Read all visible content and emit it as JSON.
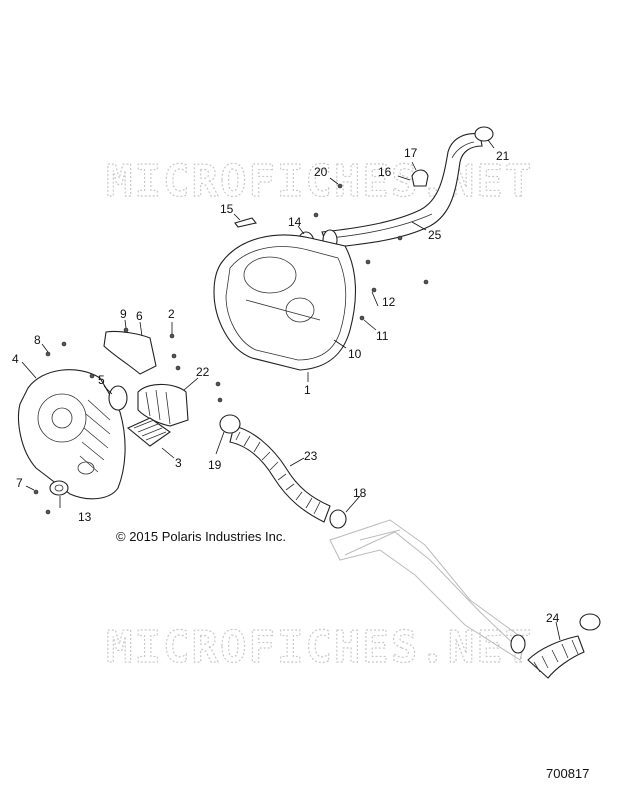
{
  "watermark": "MICROFICHES.NET",
  "copyright": "© 2015 Polaris Industries Inc.",
  "figure_id": "700817",
  "callouts": [
    "1",
    "2",
    "3",
    "4",
    "5",
    "6",
    "7",
    "8",
    "9",
    "10",
    "11",
    "12",
    "13",
    "14",
    "15",
    "16",
    "17",
    "18",
    "19",
    "20",
    "21",
    "22",
    "23",
    "24",
    "25"
  ]
}
